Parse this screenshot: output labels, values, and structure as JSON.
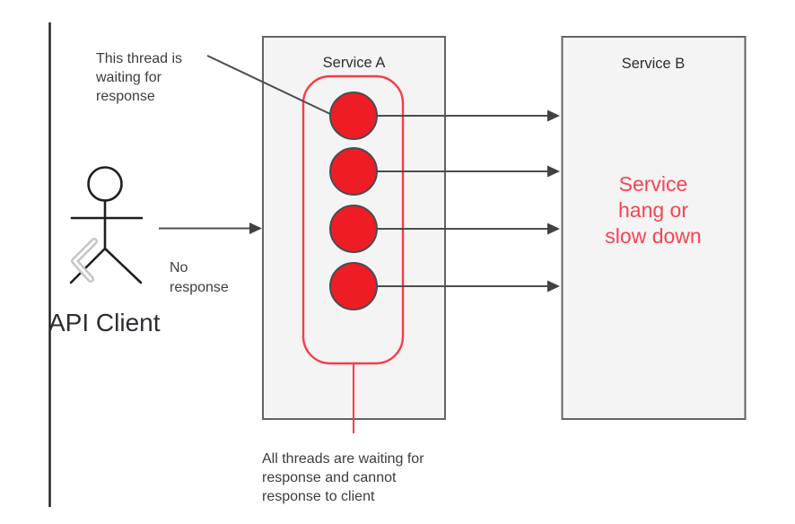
{
  "colors": {
    "thread_red": "#ee1c25",
    "red_accent": "#fb3b47",
    "status_red": "#f9434f",
    "connector_gray": "#4a4d50",
    "box_fill": "#f4f4f4",
    "box_border": "#5f6368"
  },
  "actor": {
    "label": "API Client"
  },
  "annotations": {
    "waiting_thread": "This thread is\nwaiting for\nresponse",
    "no_response": "No\nresponse",
    "all_threads": "All threads are waiting for\nresponse and cannot\nresponse to client"
  },
  "service_a": {
    "title": "Service A",
    "thread_count": 4
  },
  "service_b": {
    "title": "Service B",
    "status_text": "Service\nhang or\nslow down"
  }
}
